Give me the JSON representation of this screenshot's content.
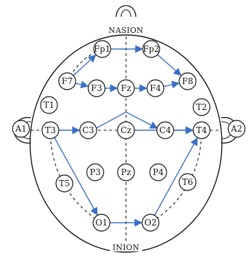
{
  "diagram": {
    "landmarks": {
      "top": "NASION",
      "bottom": "INION"
    },
    "colors": {
      "outline": "#111111",
      "arrow": "#3a6fc4",
      "background": "#ffffff"
    },
    "electrodes": {
      "Fp1": "Fp1",
      "Fp2": "Fp2",
      "F7": "F7",
      "F3": "F3",
      "Fz": "Fz",
      "F4": "F4",
      "F8": "F8",
      "T1": "T1",
      "T2": "T2",
      "A1": "A1",
      "T3": "T3",
      "C3": "C3",
      "Cz": "Cz",
      "C4": "C4",
      "T4": "T4",
      "A2": "A2",
      "T5": "T5",
      "P3": "P3",
      "Pz": "Pz",
      "P4": "P4",
      "T6": "T6",
      "O1": "O1",
      "O2": "O2"
    },
    "arrows": [
      {
        "from": "F7",
        "to": "Fp1"
      },
      {
        "from": "Fp1",
        "to": "Fp2"
      },
      {
        "from": "Fp2",
        "to": "F8"
      },
      {
        "from": "F7",
        "to": "F3"
      },
      {
        "from": "F3",
        "to": "Fz"
      },
      {
        "from": "Fz",
        "to": "F4"
      },
      {
        "from": "F4",
        "to": "F8"
      },
      {
        "from": "T3",
        "to": "C3"
      },
      {
        "from": "C3",
        "to": "C4"
      },
      {
        "from": "Cz",
        "to": "T4"
      },
      {
        "from": "C4",
        "to": "T4"
      },
      {
        "from": "T3",
        "to": "O1"
      },
      {
        "from": "O1",
        "to": "O2"
      },
      {
        "from": "O2",
        "to": "T4"
      }
    ]
  }
}
